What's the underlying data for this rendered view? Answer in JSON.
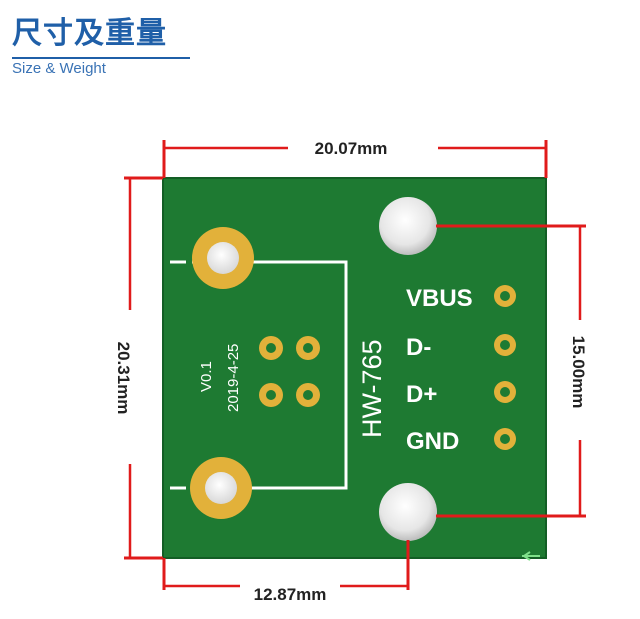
{
  "header": {
    "title_cn": "尺寸及重量",
    "subtitle_en": "Size & Weight"
  },
  "board": {
    "model": "HW-765",
    "version": "V0.1",
    "date": "2019-4-25",
    "pins": [
      "VBUS",
      "D-",
      "D+",
      "GND"
    ]
  },
  "dimensions": {
    "top_width": "20.07mm",
    "left_height": "20.31mm",
    "right_spacing": "15.00mm",
    "bottom_offset": "12.87mm"
  },
  "colors": {
    "pcb": "#1e7a32",
    "pcb_dark": "#16612a",
    "silkscreen": "#ffffff",
    "copper": "#e2b13a",
    "dimension_line": "#e01b1b",
    "title": "#1f5fa8"
  }
}
